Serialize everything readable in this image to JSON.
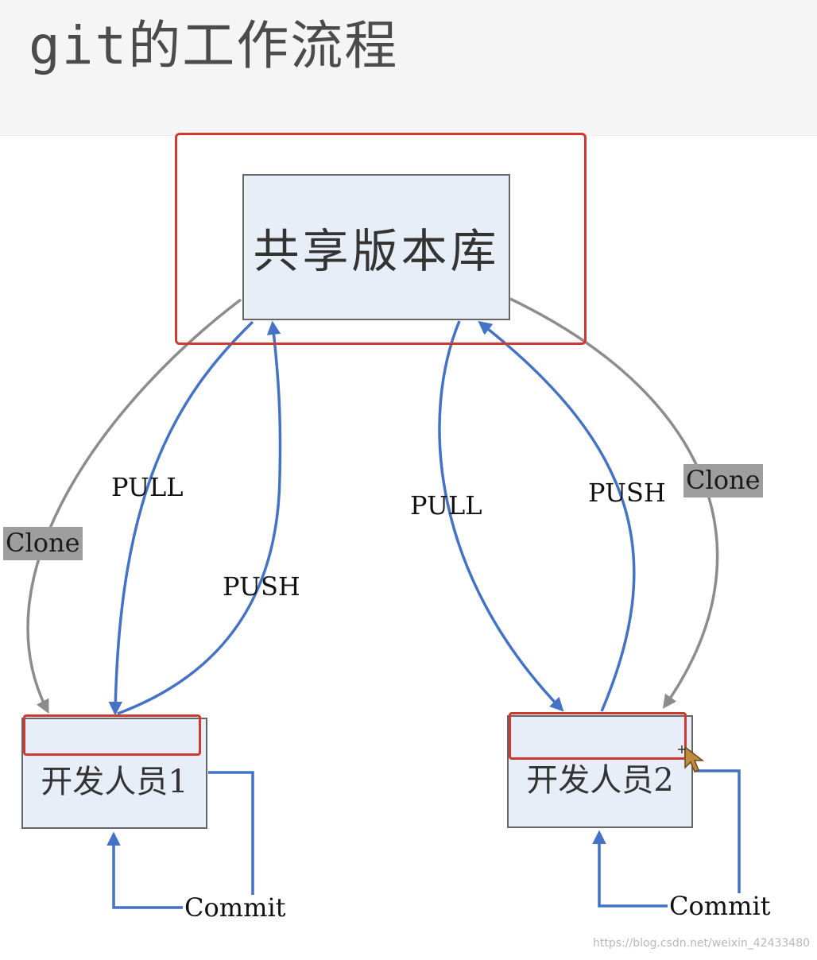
{
  "title": "git的工作流程",
  "nodes": {
    "repo": "共享版本库",
    "dev1": "开发人员1",
    "dev2": "开发人员2"
  },
  "labels": {
    "clone_left": "Clone",
    "pull_left": "PULL",
    "push_left": "PUSH",
    "pull_right": "PULL",
    "push_right": "PUSH",
    "clone_right": "Clone",
    "commit_left": "Commit",
    "commit_right": "Commit"
  },
  "colors": {
    "pull_push": "#4472c4",
    "clone": "#8c8c8c",
    "commit": "#4472c4",
    "highlight": "#cc3a32",
    "node_fill": "#e8eef8"
  },
  "watermark": "https://blog.csdn.net/weixin_42433480"
}
